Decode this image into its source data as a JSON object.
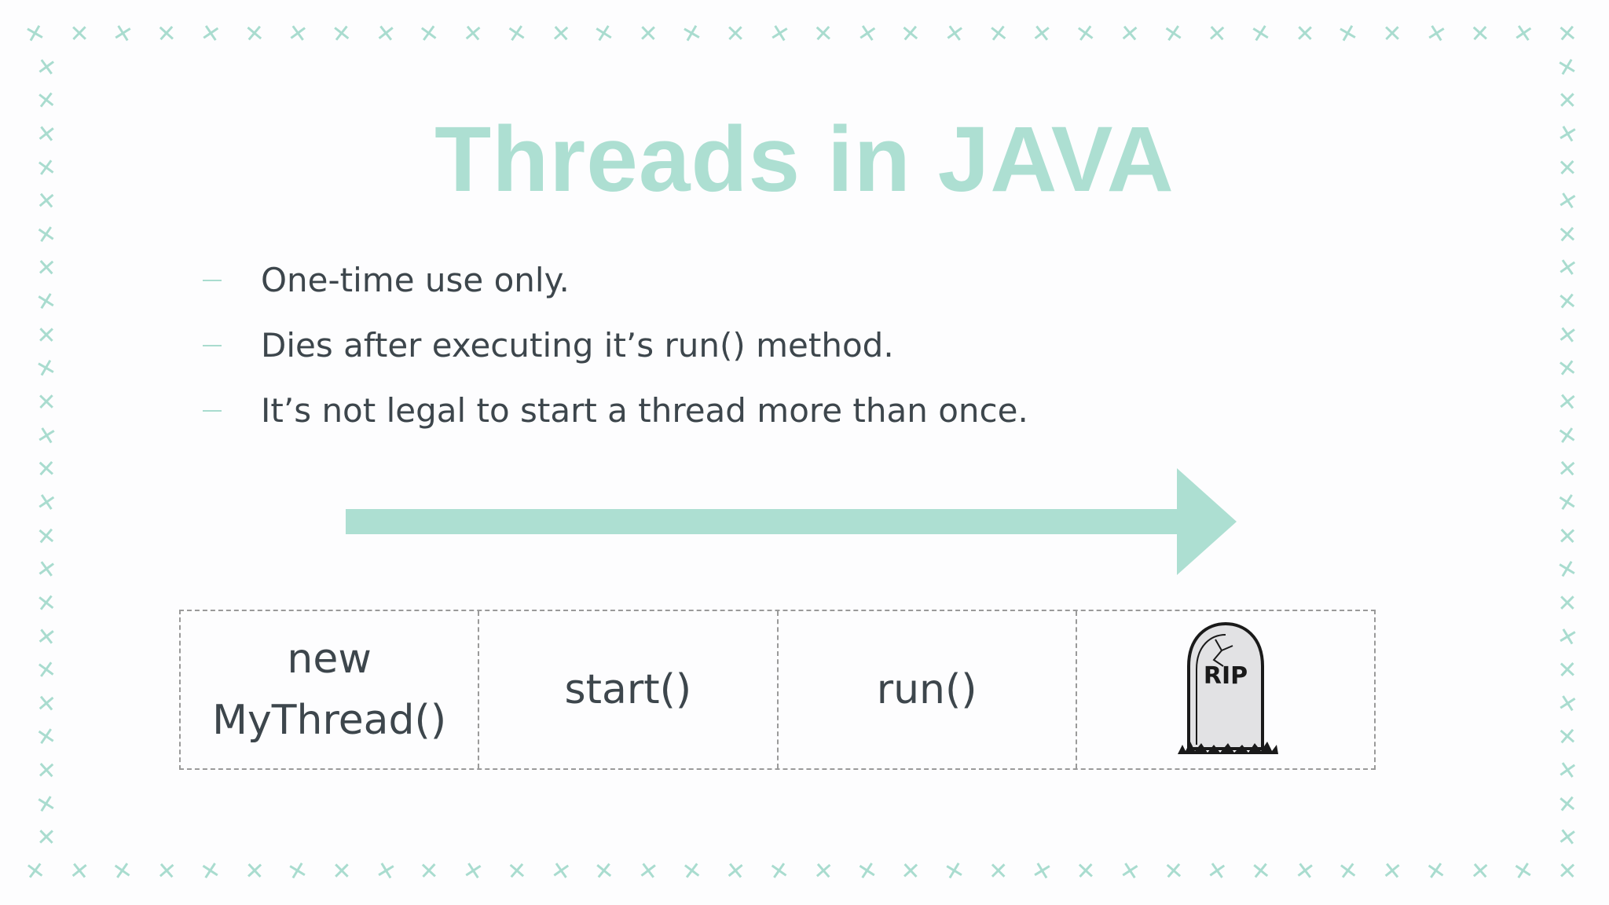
{
  "slide": {
    "title": "Threads in JAVA",
    "bullets": [
      "One-time use only.",
      "Dies after executing it’s run() method.",
      "It’s not legal to start a thread more than once."
    ],
    "stages": [
      {
        "label": "new\nMyThread()"
      },
      {
        "label": "start()"
      },
      {
        "label": "run()"
      },
      {
        "label": "",
        "image": "tombstone-icon"
      }
    ],
    "tombstone_text": "RIP",
    "border_glyph": "✕"
  },
  "colors": {
    "accent": "#a9dccf",
    "title": "#addfd2",
    "text": "#3d464c",
    "dashed_border": "#9a9a9a",
    "background": "#fdfdfe"
  }
}
